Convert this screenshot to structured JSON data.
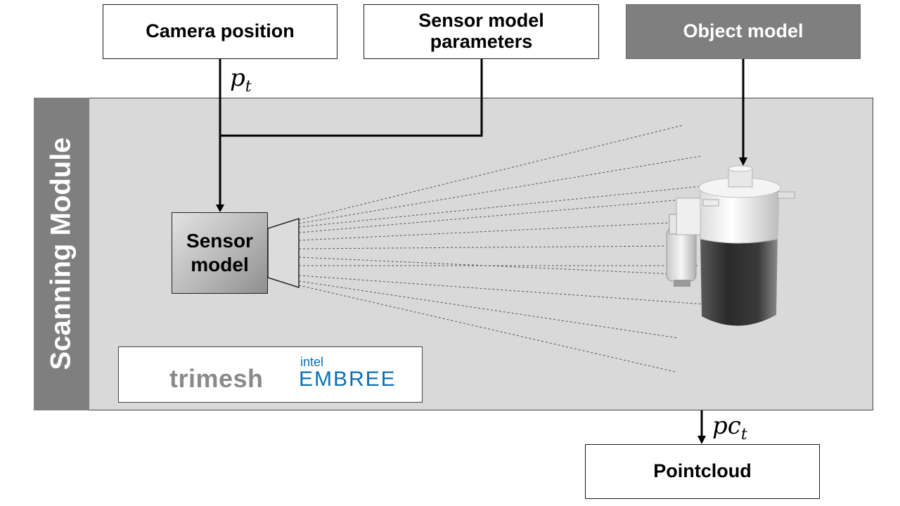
{
  "boxes": {
    "camera": "Camera position",
    "sensor_params_line1": "Sensor model",
    "sensor_params_line2": "parameters",
    "object": "Object model",
    "pointcloud": "Pointcloud"
  },
  "module": {
    "label": "Scanning Module"
  },
  "sensor": {
    "line1": "Sensor",
    "line2": "model"
  },
  "math": {
    "pt_base": "p",
    "pt_sub": "t",
    "pct_base": "pc",
    "pct_sub": "t"
  },
  "logos": {
    "trimesh": "trimesh",
    "intel": "intel",
    "embree": "EMBREE"
  },
  "colors": {
    "module_fill": "#d9d9d9",
    "module_label_bar": "#7f7f7f",
    "object_box": "#7f7f7f",
    "embree_blue": "#0a6fb5",
    "trimesh_gray": "#8a8a8a"
  }
}
